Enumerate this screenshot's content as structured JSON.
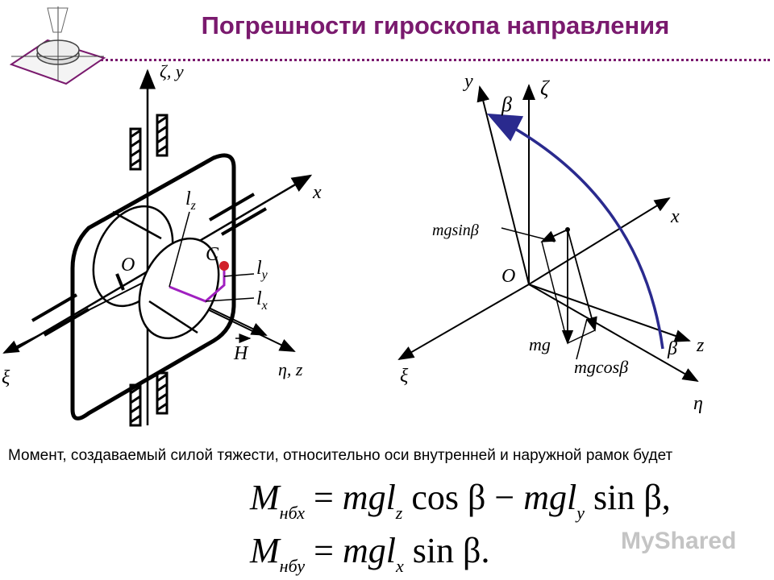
{
  "title": "Погрешности гироскопа направления",
  "colors": {
    "title": "#7a1a6e",
    "trajectory": "#2a2a8e",
    "lever": "#a020c0",
    "mass_point": "#d0202a",
    "lines": "#000000"
  },
  "left_figure": {
    "axis_zeta_y": "ζ, y",
    "axis_x": "x",
    "axis_xi": "ξ",
    "axis_eta_z": "η, z",
    "origin": "O",
    "center_mass": "C",
    "lz": "l",
    "lz_sub": "z",
    "ly": "l",
    "ly_sub": "y",
    "lx": "l",
    "lx_sub": "x",
    "H": "H"
  },
  "right_figure": {
    "axis_y": "y",
    "axis_zeta": "ζ",
    "beta_top": "β",
    "axis_x": "x",
    "force_sin": "mgsinβ",
    "origin": "O",
    "force_mg": "mg",
    "beta_bottom": "β",
    "axis_z": "z",
    "axis_xi": "ξ",
    "force_cos": "mgcosβ",
    "axis_eta": "η"
  },
  "caption": "Момент, создаваемый силой тяжести, относительно оси внутренней и наружной рамок будет",
  "formula1": {
    "M": "M",
    "sub": "нбх",
    "eq": " = ",
    "m": "mgl",
    "m_sub": "z",
    "rest1": " cos β − ",
    "m2": "mgl",
    "m2_sub": "y",
    "rest2": " sin β,"
  },
  "formula2": {
    "M": "M",
    "sub": "нбу",
    "eq": " = ",
    "m": "mgl",
    "m_sub": "x",
    "rest": " sin β."
  },
  "watermark": "MyShared"
}
